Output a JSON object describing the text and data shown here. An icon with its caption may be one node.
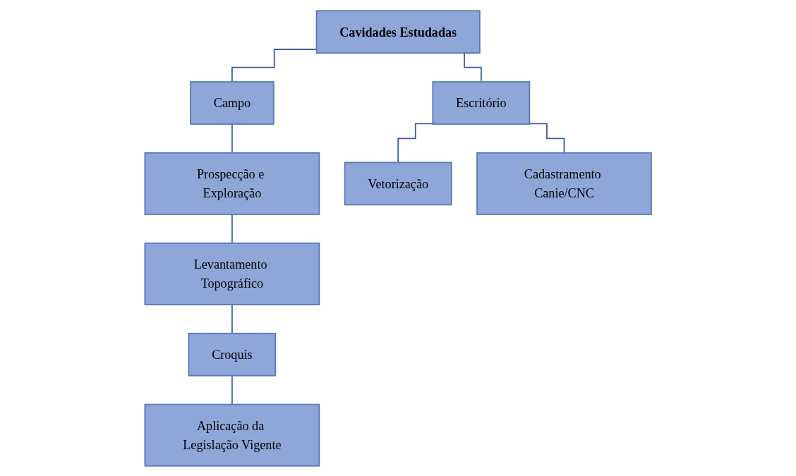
{
  "diagram": {
    "nodes": [
      {
        "text": [
          "Cavidades Estudadas"
        ]
      },
      {
        "text": [
          "Campo"
        ]
      },
      {
        "text": [
          "Escritório"
        ]
      },
      {
        "text": [
          "Prospecção e Exploração"
        ]
      },
      {
        "text": [
          "Vetorização"
        ]
      },
      {
        "text": [
          "Cadastramento Canie/CNC"
        ]
      },
      {
        "text": [
          "Levantamento Topográfico"
        ]
      },
      {
        "text": [
          "Croquis"
        ]
      },
      {
        "text": [
          "Aplicação da Legislação Vigente"
        ]
      }
    ],
    "edges": [
      {
        "from": 0,
        "to": 1,
        "arrow": "none"
      },
      {
        "from": 0,
        "to": 2,
        "arrow": "none"
      },
      {
        "from": 1,
        "to": 3,
        "arrow": "none"
      },
      {
        "from": 2,
        "to": 4,
        "arrow": "none"
      },
      {
        "from": 2,
        "to": 5,
        "arrow": "none"
      },
      {
        "from": 3,
        "to": 6,
        "arrow": "none"
      },
      {
        "from": 6,
        "to": 7,
        "arrow": "none"
      },
      {
        "from": 7,
        "to": 8,
        "arrow": "none"
      }
    ]
  }
}
